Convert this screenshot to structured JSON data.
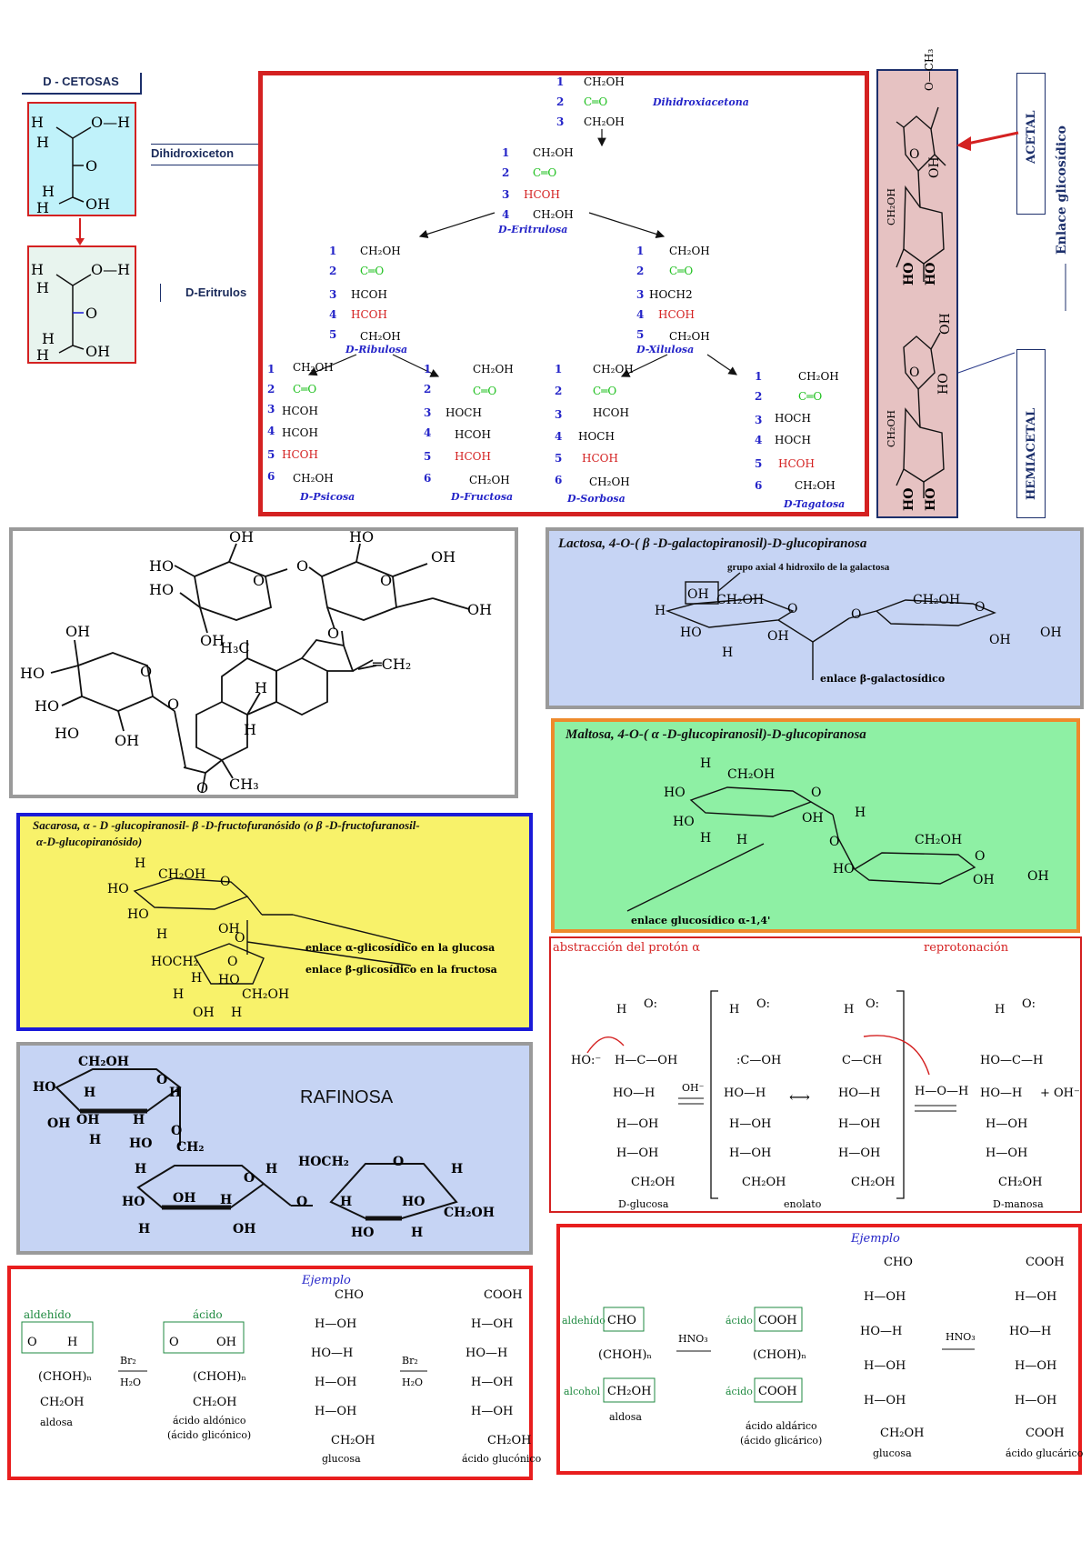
{
  "colors": {
    "red": "#d42121",
    "navy": "#1c2f6b",
    "green_bond": "#20c020",
    "blue_text": "#2424c8",
    "pink_bg": "#e6c2c2",
    "blue_bg": "#c6d4f4",
    "green_bg": "#8ef0a4",
    "yellow_bg": "#f8f26a",
    "cyan_bg": "#c0f2fa",
    "gray_border": "#9a9a9a",
    "orange_border": "#ee8a2c",
    "blue_border": "#1a1ad8"
  },
  "left_column": {
    "title": "D - CETOSAS",
    "label_dihidroxi": "Dihidroxiceton",
    "label_eritrulosa": "D-Eritrulos",
    "mol1": {
      "H1": "H",
      "OH1": "O—H",
      "H2": "H",
      "O": "O",
      "H3": "H",
      "H4": "H",
      "OH2": "OH"
    },
    "mol2": {
      "H1": "H",
      "OH1": "O—H",
      "H2": "H",
      "O": "O",
      "H3": "H",
      "H4": "H",
      "OH2": "OH"
    }
  },
  "ketose_tree": {
    "dihidroxiacetona": {
      "name": "Dihidroxiacetona",
      "n1": "1",
      "n2": "2",
      "n3": "3",
      "c1": "CH₂OH",
      "c2": "C═O",
      "c3": "CH₂OH"
    },
    "eritrulosa": {
      "name": "D-Eritrulosa",
      "n1": "1",
      "n2": "2",
      "n3": "3",
      "n4": "4",
      "c1": "CH₂OH",
      "c2": "C═O",
      "c3": "HCOH",
      "c4": "CH₂OH"
    },
    "ribulosa": {
      "name": "D-Ribulosa",
      "n1": "1",
      "n2": "2",
      "n3": "3",
      "n4": "4",
      "n5": "5",
      "c1": "CH₂OH",
      "c2": "C═O",
      "c3": "HCOH",
      "c4": "HCOH",
      "c5": "CH₂OH"
    },
    "xilulosa": {
      "name": "D-Xilulosa",
      "n1": "1",
      "n2": "2",
      "n3": "3",
      "n4": "4",
      "n5": "5",
      "c1": "CH₂OH",
      "c2": "C═O",
      "c3": "HOCH2",
      "c4": "HCOH",
      "c5": "CH₂OH"
    },
    "psicosa": {
      "name": "D-Psicosa",
      "n1": "1",
      "n2": "2",
      "n3": "3",
      "n4": "4",
      "n5": "5",
      "n6": "6",
      "c1": "CH₂OH",
      "c2": "C═O",
      "c3": "HCOH",
      "c4": "HCOH",
      "c5": "HCOH",
      "c6": "CH₂OH"
    },
    "fructosa": {
      "name": "D-Fructosa",
      "n1": "1",
      "n2": "2",
      "n3": "3",
      "n4": "4",
      "n5": "5",
      "n6": "6",
      "c1": "CH₂OH",
      "c2": "C═O",
      "c3": "HOCH",
      "c4": "HCOH",
      "c5": "HCOH",
      "c6": "CH₂OH"
    },
    "sorbosa": {
      "name": "D-Sorbosa",
      "n1": "1",
      "n2": "2",
      "n3": "3",
      "n4": "4",
      "n5": "5",
      "n6": "6",
      "c1": "CH₂OH",
      "c2": "C═O",
      "c3": "HCOH",
      "c4": "HOCH",
      "c5": "HCOH",
      "c6": "CH₂OH"
    },
    "tagatosa": {
      "name": "D-Tagatosa",
      "n1": "1",
      "n2": "2",
      "n3": "3",
      "n4": "4",
      "n5": "5",
      "n6": "6",
      "c1": "CH₂OH",
      "c2": "C═O",
      "c3": "HOCH",
      "c4": "HOCH",
      "c5": "HCOH",
      "c6": "CH₂OH"
    }
  },
  "glycoside_panel": {
    "acetal": "ACETAL",
    "hemiacetal": "HEMIACETAL",
    "enlace": "Enlace glicosídico",
    "top": {
      "o_ch3": "O—CH₃",
      "ring_o": "O",
      "oh": "OH",
      "ch2oh": "CH₂OH",
      "ho1": "HO",
      "ho2": "HO"
    },
    "bottom": {
      "oh": "OH",
      "ring_o": "O",
      "ho_right": "HO",
      "ch2oh": "CH₂OH",
      "ho1": "HO",
      "ho2": "HO"
    }
  },
  "stevioside": {
    "ho1": "HO",
    "oh1": "OH",
    "ho2": "HO",
    "oh2": "OH",
    "ho3": "HO",
    "oh3": "OH",
    "ring_o1": "O",
    "ring_o2": "O",
    "link_o": "O",
    "link_o2": "O",
    "ho4": "HO",
    "oh4": "OH",
    "oh_top": "OH",
    "h3c": "H₃C",
    "h1": "H",
    "ch2": "═CH₂",
    "ho5": "HO",
    "ho6": "HO",
    "oh5": "OH",
    "ho7": "HO",
    "o_ring": "O",
    "o_ester": "O",
    "h2": "H",
    "ch3": "CH₃",
    "o_carb": "O"
  },
  "lactosa": {
    "title": "Lactosa, 4-O-( β -D-galactopiranosil)-D-glucopiranosa",
    "annot_top": "grupo axial 4 hidroxilo de la galactosa",
    "annot_bottom": "enlace β-galactosídico",
    "oh_box": "OH",
    "ch2oh1": "CH₂OH",
    "ch2oh2": "CH₂OH",
    "h": "H",
    "ho": "HO",
    "oh": "OH",
    "o": "O"
  },
  "maltosa": {
    "title": "Maltosa, 4-O-( α -D-glucopiranosil)-D-glucopiranosa",
    "annot": "enlace glucosídico α-1,4'",
    "ch2oh1": "CH₂OH",
    "ch2oh2": "CH₂OH",
    "ho1": "HO",
    "ho2": "HO",
    "oh": "OH",
    "h": "H",
    "o": "O"
  },
  "sacarosa": {
    "title_line1": "Sacarosa,  α - D -glucopiranosil- β -D-fructofuranósido  (o  β  -D-fructofuranosil-",
    "title_line2": "α-D-glucopiranósido)",
    "annot1": "enlace α-glicosídico en la glucosa",
    "annot2": "enlace β-glicosídico en la fructosa",
    "ch2oh": "CH₂OH",
    "hoch2": "HOCH₂",
    "ho": "HO",
    "oh": "OH",
    "h": "H",
    "o": "O",
    "ch2oh_b": "CH₂OH"
  },
  "rafinosa": {
    "title": "RAFINOSA",
    "ch2oh": "CH₂OH",
    "hoch2": "HOCH₂",
    "ch2": "CH₂",
    "ho": "HO",
    "oh": "OH",
    "h": "H",
    "o": "O",
    "ch2oh_r": "CH₂OH"
  },
  "epimerization": {
    "label_left": "abstracción del protón α",
    "label_right": "reprotonación",
    "cap_glucose": "D-glucosa",
    "cap_enol": "enolato",
    "cap_mannose": "D-manosa",
    "reagent": "OH⁻",
    "cho_h": "H",
    "cho_o": "O:",
    "ho_minus": "HO:⁻",
    "row_h_c_oh": "H—C—OH",
    "row_c_oh": ":C—OH",
    "row_c_ch": "C—CH",
    "row_ho_h": "HO—H",
    "row_h_oh": "H—OH",
    "ch2oh": "CH₂OH",
    "water": "H—O—H",
    "mann_row": "HO—C—H",
    "plus_oh": "+ OH⁻"
  },
  "bromine_example": {
    "title": "Ejemplo",
    "aldehido": "aldehído",
    "acido": "ácido",
    "reagent": "Br₂",
    "reagent2": "H₂O",
    "aldosa": "aldosa",
    "acido_aldonico_1": "ácido aldónico",
    "acido_aldonico_2": "(ácido glicónico)",
    "glucosa": "glucosa",
    "acido_gluconico": "ácido glucónico",
    "o": "O",
    "h": "H",
    "oh": "OH",
    "chohn": "(CHOH)ₙ",
    "ch2oh": "CH₂OH",
    "cho": "CHO",
    "cooh": "COOH",
    "h_oh": "H—OH",
    "ho_h": "HO—H"
  },
  "nitric_example": {
    "title": "Ejemplo",
    "aldehido": "aldehído",
    "alcohol": "alcohol",
    "acido1": "ácido",
    "acido2": "ácido",
    "reagent": "HNO₃",
    "aldosa": "aldosa",
    "acido_aldarico_1": "ácido aldárico",
    "acido_aldarico_2": "(ácido glicárico)",
    "glucosa": "glucosa",
    "acido_glucarico": "ácido glucárico",
    "cho": "CHO",
    "chohn": "(CHOH)ₙ",
    "ch2oh": "CH₂OH",
    "cooh": "COOH",
    "h_oh": "H—OH",
    "ho_h": "HO—H"
  }
}
